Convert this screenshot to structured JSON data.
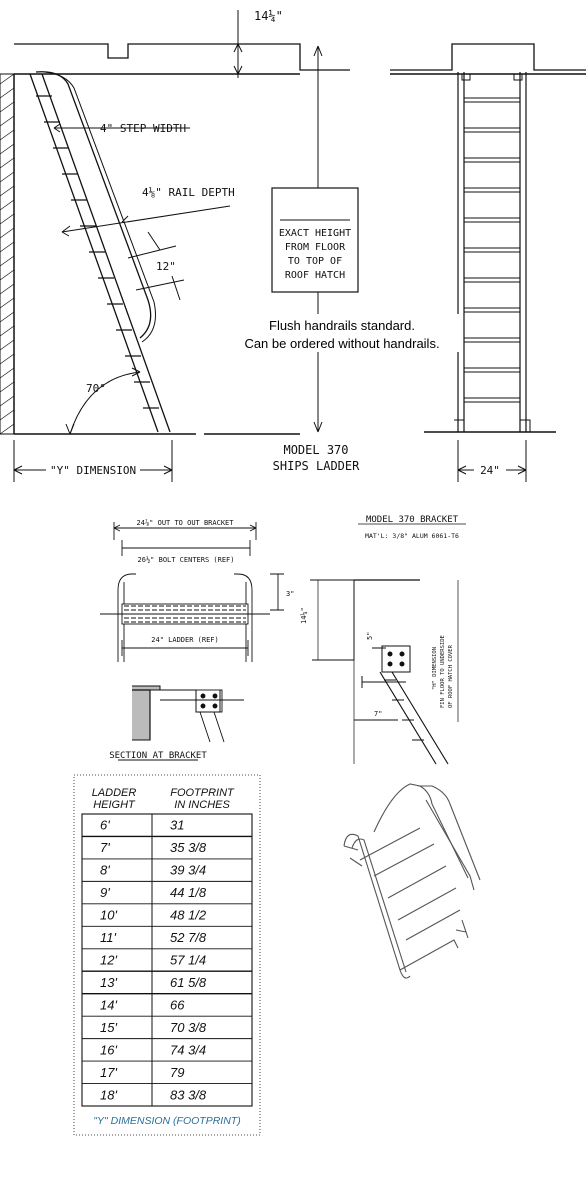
{
  "top_view": {
    "hatch_offset": "14¼\"",
    "step_width": "4\" STEP WIDTH",
    "rail_depth": "4⅛\" RAIL DEPTH",
    "step_spacing": "12\"",
    "angle": "70°",
    "y_dimension": "\"Y\" DIMENSION",
    "height_box": [
      "EXACT HEIGHT",
      "FROM FLOOR",
      "TO TOP OF",
      "ROOF HATCH"
    ],
    "note_line1": "Flush handrails standard.",
    "note_line2": "Can be ordered without handrails.",
    "model_line1": "MODEL 370",
    "model_line2": "SHIPS LADDER",
    "width": "24\""
  },
  "bracket_plan": {
    "out_to_out": "24⅞\" OUT TO OUT BRACKET",
    "bolt_centers": "26½\" BOLT CENTERS (REF)",
    "ladder_ref": "24\" LADDER (REF)",
    "dim_right": "3\"",
    "section_title": "SECTION AT BRACKET"
  },
  "bracket_detail": {
    "title": "MODEL 370 BRACKET",
    "material": "MAT'L: 3/8\" ALUM 6061-T6",
    "dim_left": "14¼\"",
    "dim_bolt": "5\"",
    "dim_bottom": "7\"",
    "vertical_note_1": "\"H\" DIMENSION",
    "vertical_note_2": "FIN FLOOR TO UNDERSIDE",
    "vertical_note_3": "OF ROOF HATCH COVER"
  },
  "table": {
    "headers": [
      "LADDER HEIGHT",
      "FOOTPRINT IN INCHES"
    ],
    "rows": [
      [
        "6'",
        "31"
      ],
      [
        "7'",
        "35 3/8"
      ],
      [
        "8'",
        "39 3/4"
      ],
      [
        "9'",
        "44 1/8"
      ],
      [
        "10'",
        "48 1/2"
      ],
      [
        "11'",
        "52 7/8"
      ],
      [
        "12'",
        "57 1/4"
      ],
      [
        "13'",
        "61 5/8"
      ],
      [
        "14'",
        "66"
      ],
      [
        "15'",
        "70 3/8"
      ],
      [
        "16'",
        "74 3/4"
      ],
      [
        "17'",
        "79"
      ],
      [
        "18'",
        "83 3/8"
      ]
    ],
    "caption": "\"Y\" DIMENSION (FOOTPRINT)"
  }
}
